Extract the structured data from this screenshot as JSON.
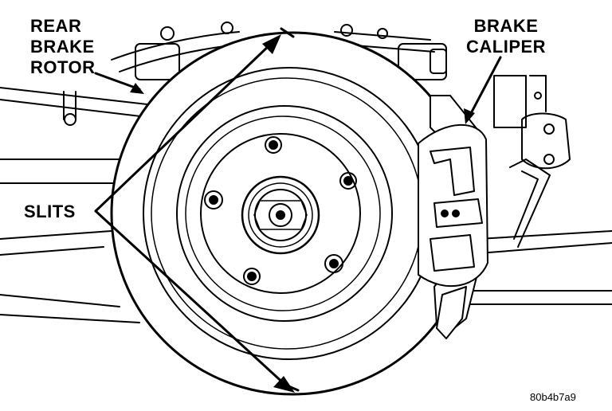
{
  "labels": {
    "rear_brake_rotor": [
      "REAR",
      "BRAKE",
      "ROTOR"
    ],
    "brake_caliper": [
      "BRAKE",
      "CALIPER"
    ],
    "slits": "SLITS"
  },
  "figure_id": "80b4b7a9",
  "colors": {
    "ink": "#000000",
    "paper": "#ffffff"
  }
}
